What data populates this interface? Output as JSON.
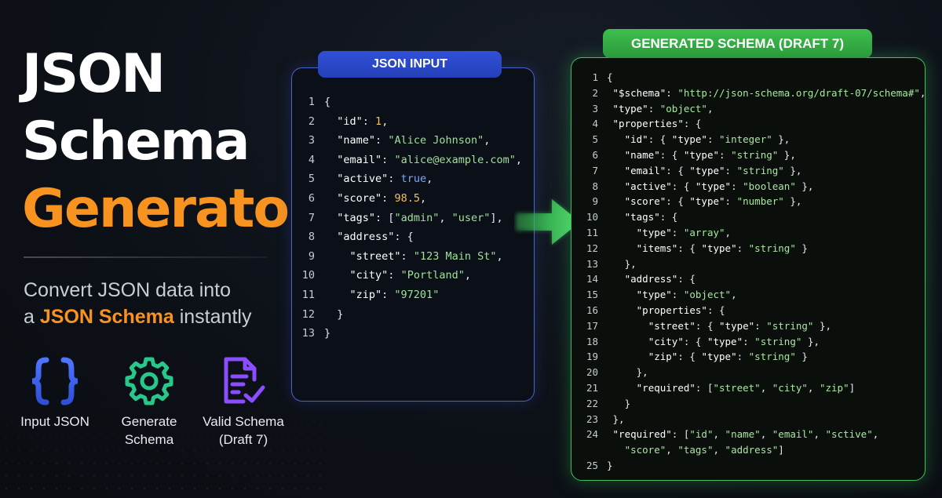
{
  "title": {
    "line1": "JSON",
    "line2": "Schema",
    "line3": "Generator"
  },
  "subtitle": {
    "part1": "Convert JSON data into",
    "part2": "a ",
    "highlight": "JSON Schema",
    "part3": " instantly"
  },
  "features": [
    {
      "icon": "curly-braces-icon",
      "label": "Input JSON"
    },
    {
      "icon": "gear-icon",
      "label": "Generate\nSchema"
    },
    {
      "icon": "document-check-icon",
      "label": "Valid Schema\n(Draft 7)"
    }
  ],
  "input_panel": {
    "tab_label": "JSON INPUT",
    "lines": [
      [
        [
          "p",
          "{"
        ]
      ],
      [
        [
          "p",
          "  "
        ],
        [
          "k",
          "\"id\""
        ],
        [
          "p",
          ": "
        ],
        [
          "n",
          "1"
        ],
        [
          "p",
          ","
        ]
      ],
      [
        [
          "p",
          "  "
        ],
        [
          "k",
          "\"name\""
        ],
        [
          "p",
          ": "
        ],
        [
          "s",
          "\"Alice Johnson\""
        ],
        [
          "p",
          ","
        ]
      ],
      [
        [
          "p",
          "  "
        ],
        [
          "k",
          "\"email\""
        ],
        [
          "p",
          ": "
        ],
        [
          "s",
          "\"alice@example.com\""
        ],
        [
          "p",
          ","
        ]
      ],
      [
        [
          "p",
          "  "
        ],
        [
          "k",
          "\"active\""
        ],
        [
          "p",
          ": "
        ],
        [
          "b",
          "true"
        ],
        [
          "p",
          ","
        ]
      ],
      [
        [
          "p",
          "  "
        ],
        [
          "k",
          "\"score\""
        ],
        [
          "p",
          ": "
        ],
        [
          "n",
          "98.5"
        ],
        [
          "p",
          ","
        ]
      ],
      [
        [
          "p",
          "  "
        ],
        [
          "k",
          "\"tags\""
        ],
        [
          "p",
          ": ["
        ],
        [
          "s",
          "\"admin\""
        ],
        [
          "p",
          ", "
        ],
        [
          "s",
          "\"user\""
        ],
        [
          "p",
          "],"
        ]
      ],
      [
        [
          "p",
          "  "
        ],
        [
          "k",
          "\"address\""
        ],
        [
          "p",
          ": {"
        ]
      ],
      [
        [
          "p",
          "    "
        ],
        [
          "k",
          "\"street\""
        ],
        [
          "p",
          ": "
        ],
        [
          "s",
          "\"123 Main St\""
        ],
        [
          "p",
          ","
        ]
      ],
      [
        [
          "p",
          "    "
        ],
        [
          "k",
          "\"city\""
        ],
        [
          "p",
          ": "
        ],
        [
          "s",
          "\"Portland\""
        ],
        [
          "p",
          ","
        ]
      ],
      [
        [
          "p",
          "    "
        ],
        [
          "k",
          "\"zip\""
        ],
        [
          "p",
          ": "
        ],
        [
          "s",
          "\"97201\""
        ]
      ],
      [
        [
          "p",
          "  }"
        ]
      ],
      [
        [
          "p",
          "}"
        ]
      ]
    ]
  },
  "output_panel": {
    "tab_label": "GENERATED SCHEMA (DRAFT 7)",
    "lines": [
      {
        "n": "1",
        "t": [
          [
            "p",
            "{"
          ]
        ]
      },
      {
        "n": "2",
        "t": [
          [
            "p",
            " "
          ],
          [
            "k",
            "\"$schema\""
          ],
          [
            "p",
            ": "
          ],
          [
            "s",
            "\"http://json-schema.org/draft-07/schema#\""
          ],
          [
            "p",
            ","
          ]
        ]
      },
      {
        "n": "3",
        "t": [
          [
            "p",
            " "
          ],
          [
            "k",
            "\"type\""
          ],
          [
            "p",
            ": "
          ],
          [
            "s",
            "\"object\""
          ],
          [
            "p",
            ","
          ]
        ]
      },
      {
        "n": "4",
        "t": [
          [
            "p",
            " "
          ],
          [
            "k",
            "\"properties\""
          ],
          [
            "p",
            ": {"
          ]
        ]
      },
      {
        "n": "5",
        "t": [
          [
            "p",
            "   "
          ],
          [
            "k",
            "\"id\""
          ],
          [
            "p",
            ": { "
          ],
          [
            "k",
            "\"type\""
          ],
          [
            "p",
            ": "
          ],
          [
            "s",
            "\"integer\""
          ],
          [
            "p",
            " },"
          ]
        ]
      },
      {
        "n": "6",
        "t": [
          [
            "p",
            "   "
          ],
          [
            "k",
            "\"name\""
          ],
          [
            "p",
            ": { "
          ],
          [
            "k",
            "\"type\""
          ],
          [
            "p",
            ": "
          ],
          [
            "s",
            "\"string\""
          ],
          [
            "p",
            " },"
          ]
        ]
      },
      {
        "n": "7",
        "t": [
          [
            "p",
            "   "
          ],
          [
            "k",
            "\"email\""
          ],
          [
            "p",
            ": { "
          ],
          [
            "k",
            "\"type\""
          ],
          [
            "p",
            ": "
          ],
          [
            "s",
            "\"string\""
          ],
          [
            "p",
            " },"
          ]
        ]
      },
      {
        "n": "8",
        "t": [
          [
            "p",
            "   "
          ],
          [
            "k",
            "\"active\""
          ],
          [
            "p",
            ": { "
          ],
          [
            "k",
            "\"type\""
          ],
          [
            "p",
            ": "
          ],
          [
            "s",
            "\"boolean\""
          ],
          [
            "p",
            " },"
          ]
        ]
      },
      {
        "n": "9",
        "t": [
          [
            "p",
            "   "
          ],
          [
            "k",
            "\"score\""
          ],
          [
            "p",
            ": { "
          ],
          [
            "k",
            "\"type\""
          ],
          [
            "p",
            ": "
          ],
          [
            "s",
            "\"number\""
          ],
          [
            "p",
            " },"
          ]
        ]
      },
      {
        "n": "10",
        "t": [
          [
            "p",
            "   "
          ],
          [
            "k",
            "\"tags\""
          ],
          [
            "p",
            ": {"
          ]
        ]
      },
      {
        "n": "11",
        "t": [
          [
            "p",
            "     "
          ],
          [
            "k",
            "\"type\""
          ],
          [
            "p",
            ": "
          ],
          [
            "s",
            "\"array\""
          ],
          [
            "p",
            ","
          ]
        ]
      },
      {
        "n": "12",
        "t": [
          [
            "p",
            "     "
          ],
          [
            "k",
            "\"items\""
          ],
          [
            "p",
            ": { "
          ],
          [
            "k",
            "\"type\""
          ],
          [
            "p",
            ": "
          ],
          [
            "s",
            "\"string\""
          ],
          [
            "p",
            " }"
          ]
        ]
      },
      {
        "n": "13",
        "t": [
          [
            "p",
            "   },"
          ]
        ]
      },
      {
        "n": "14",
        "t": [
          [
            "p",
            "   "
          ],
          [
            "k",
            "\"address\""
          ],
          [
            "p",
            ": {"
          ]
        ]
      },
      {
        "n": "15",
        "t": [
          [
            "p",
            "     "
          ],
          [
            "k",
            "\"type\""
          ],
          [
            "p",
            ": "
          ],
          [
            "s",
            "\"object\""
          ],
          [
            "p",
            ","
          ]
        ]
      },
      {
        "n": "16",
        "t": [
          [
            "p",
            "     "
          ],
          [
            "k",
            "\"properties\""
          ],
          [
            "p",
            ": {"
          ]
        ]
      },
      {
        "n": "17",
        "t": [
          [
            "p",
            "       "
          ],
          [
            "k",
            "\"street\""
          ],
          [
            "p",
            ": { "
          ],
          [
            "k",
            "\"type\""
          ],
          [
            "p",
            ": "
          ],
          [
            "s",
            "\"string\""
          ],
          [
            "p",
            " },"
          ]
        ]
      },
      {
        "n": "18",
        "t": [
          [
            "p",
            "       "
          ],
          [
            "k",
            "\"city\""
          ],
          [
            "p",
            ": { "
          ],
          [
            "k",
            "\"type\""
          ],
          [
            "p",
            ": "
          ],
          [
            "s",
            "\"string\""
          ],
          [
            "p",
            " },"
          ]
        ]
      },
      {
        "n": "19",
        "t": [
          [
            "p",
            "       "
          ],
          [
            "k",
            "\"zip\""
          ],
          [
            "p",
            ": { "
          ],
          [
            "k",
            "\"type\""
          ],
          [
            "p",
            ": "
          ],
          [
            "s",
            "\"string\""
          ],
          [
            "p",
            " }"
          ]
        ]
      },
      {
        "n": "20",
        "t": [
          [
            "p",
            "     },"
          ]
        ]
      },
      {
        "n": "21",
        "t": [
          [
            "p",
            "     "
          ],
          [
            "k",
            "\"required\""
          ],
          [
            "p",
            ": ["
          ],
          [
            "s",
            "\"street\""
          ],
          [
            "p",
            ", "
          ],
          [
            "s",
            "\"city\""
          ],
          [
            "p",
            ", "
          ],
          [
            "s",
            "\"zip\""
          ],
          [
            "p",
            "]"
          ]
        ]
      },
      {
        "n": "22",
        "t": [
          [
            "p",
            "   }"
          ]
        ]
      },
      {
        "n": "23",
        "t": [
          [
            "p",
            " },"
          ]
        ]
      },
      {
        "n": "24",
        "t": [
          [
            "p",
            " "
          ],
          [
            "k",
            "\"required\""
          ],
          [
            "p",
            ": ["
          ],
          [
            "s",
            "\"id\""
          ],
          [
            "p",
            ", "
          ],
          [
            "s",
            "\"name\""
          ],
          [
            "p",
            ", "
          ],
          [
            "s",
            "\"email\""
          ],
          [
            "p",
            ", "
          ],
          [
            "s",
            "\"sctive\""
          ],
          [
            "p",
            ","
          ]
        ]
      },
      {
        "n": "",
        "t": [
          [
            "p",
            "   "
          ],
          [
            "s",
            "\"score\""
          ],
          [
            "p",
            ", "
          ],
          [
            "s",
            "\"tags\""
          ],
          [
            "p",
            ", "
          ],
          [
            "s",
            "\"address\""
          ],
          [
            "p",
            "]"
          ]
        ]
      },
      {
        "n": "25",
        "t": [
          [
            "p",
            "}"
          ]
        ]
      }
    ]
  },
  "colors": {
    "accent_orange": "#f7931e",
    "input_blue": "#3050d8",
    "output_green": "#3fbf4e"
  }
}
